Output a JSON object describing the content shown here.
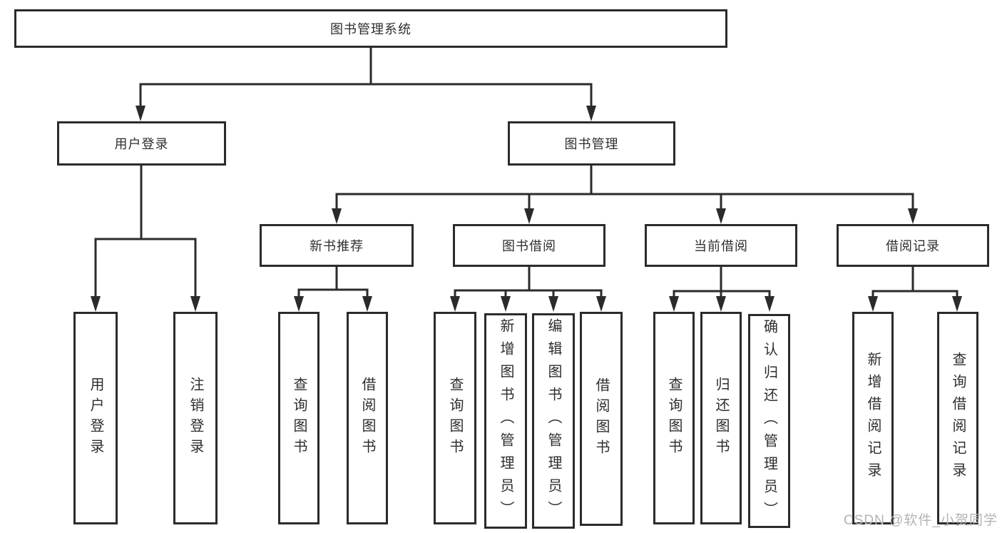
{
  "tree": {
    "label": "图书管理系统",
    "children": [
      {
        "label": "用户登录",
        "children": [
          {
            "label": "用户登录"
          },
          {
            "label": "注销登录"
          }
        ]
      },
      {
        "label": "图书管理",
        "children": [
          {
            "label": "新书推荐",
            "children": [
              {
                "label": "查询图书"
              },
              {
                "label": "借阅图书"
              }
            ]
          },
          {
            "label": "图书借阅",
            "children": [
              {
                "label": "查询图书"
              },
              {
                "label": "新增图书（管理员）"
              },
              {
                "label": "编辑图书（管理员）"
              },
              {
                "label": "借阅图书"
              }
            ]
          },
          {
            "label": "当前借阅",
            "children": [
              {
                "label": "查询图书"
              },
              {
                "label": "归还图书"
              },
              {
                "label": "确认归还（管理员）"
              }
            ]
          },
          {
            "label": "借阅记录",
            "children": [
              {
                "label": "新增借阅记录"
              },
              {
                "label": "查询借阅记录"
              }
            ]
          }
        ]
      }
    ]
  },
  "watermark": "CSDN @软件_小贺同学",
  "colors": {
    "line": "#2b2b2b",
    "text": "#2e2e2e",
    "watermark": "#b3b3b3",
    "background": "#ffffff"
  }
}
